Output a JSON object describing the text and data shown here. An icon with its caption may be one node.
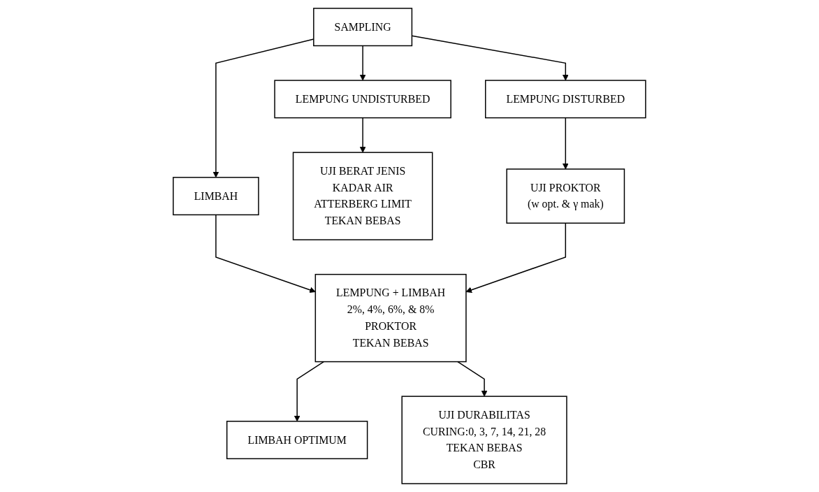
{
  "diagram": {
    "nodes": [
      {
        "text": [
          "SAMPLING"
        ]
      },
      {
        "text": [
          "LEMPUNG UNDISTURBED"
        ]
      },
      {
        "text": [
          "LEMPUNG DISTURBED"
        ]
      },
      {
        "text": [
          "LIMBAH"
        ]
      },
      {
        "text": [
          "UJI BERAT JENIS",
          "KADAR AIR",
          "ATTERBERG LIMIT",
          "TEKAN BEBAS"
        ]
      },
      {
        "text": [
          "UJI PROKTOR",
          "(w opt. & γ mak)"
        ]
      },
      {
        "text": [
          "LEMPUNG + LIMBAH",
          "2%, 4%, 6%, & 8%",
          "PROKTOR",
          "TEKAN BEBAS"
        ]
      },
      {
        "text": [
          "LIMBAH OPTIMUM"
        ]
      },
      {
        "text": [
          "UJI DURABILITAS",
          "CURING:0, 3, 7, 14, 21, 28",
          "TEKAN BEBAS",
          "CBR"
        ]
      }
    ],
    "edges": [
      {
        "from": 0,
        "to": 1,
        "arrow": "to"
      },
      {
        "from": 0,
        "to": 2,
        "arrow": "to"
      },
      {
        "from": 0,
        "to": 3,
        "arrow": "to"
      },
      {
        "from": 1,
        "to": 4,
        "arrow": "to"
      },
      {
        "from": 2,
        "to": 5,
        "arrow": "to"
      },
      {
        "from": 3,
        "to": 6,
        "arrow": "to"
      },
      {
        "from": 5,
        "to": 6,
        "arrow": "to"
      },
      {
        "from": 6,
        "to": 7,
        "arrow": "to"
      },
      {
        "from": 6,
        "to": 8,
        "arrow": "to"
      }
    ]
  }
}
